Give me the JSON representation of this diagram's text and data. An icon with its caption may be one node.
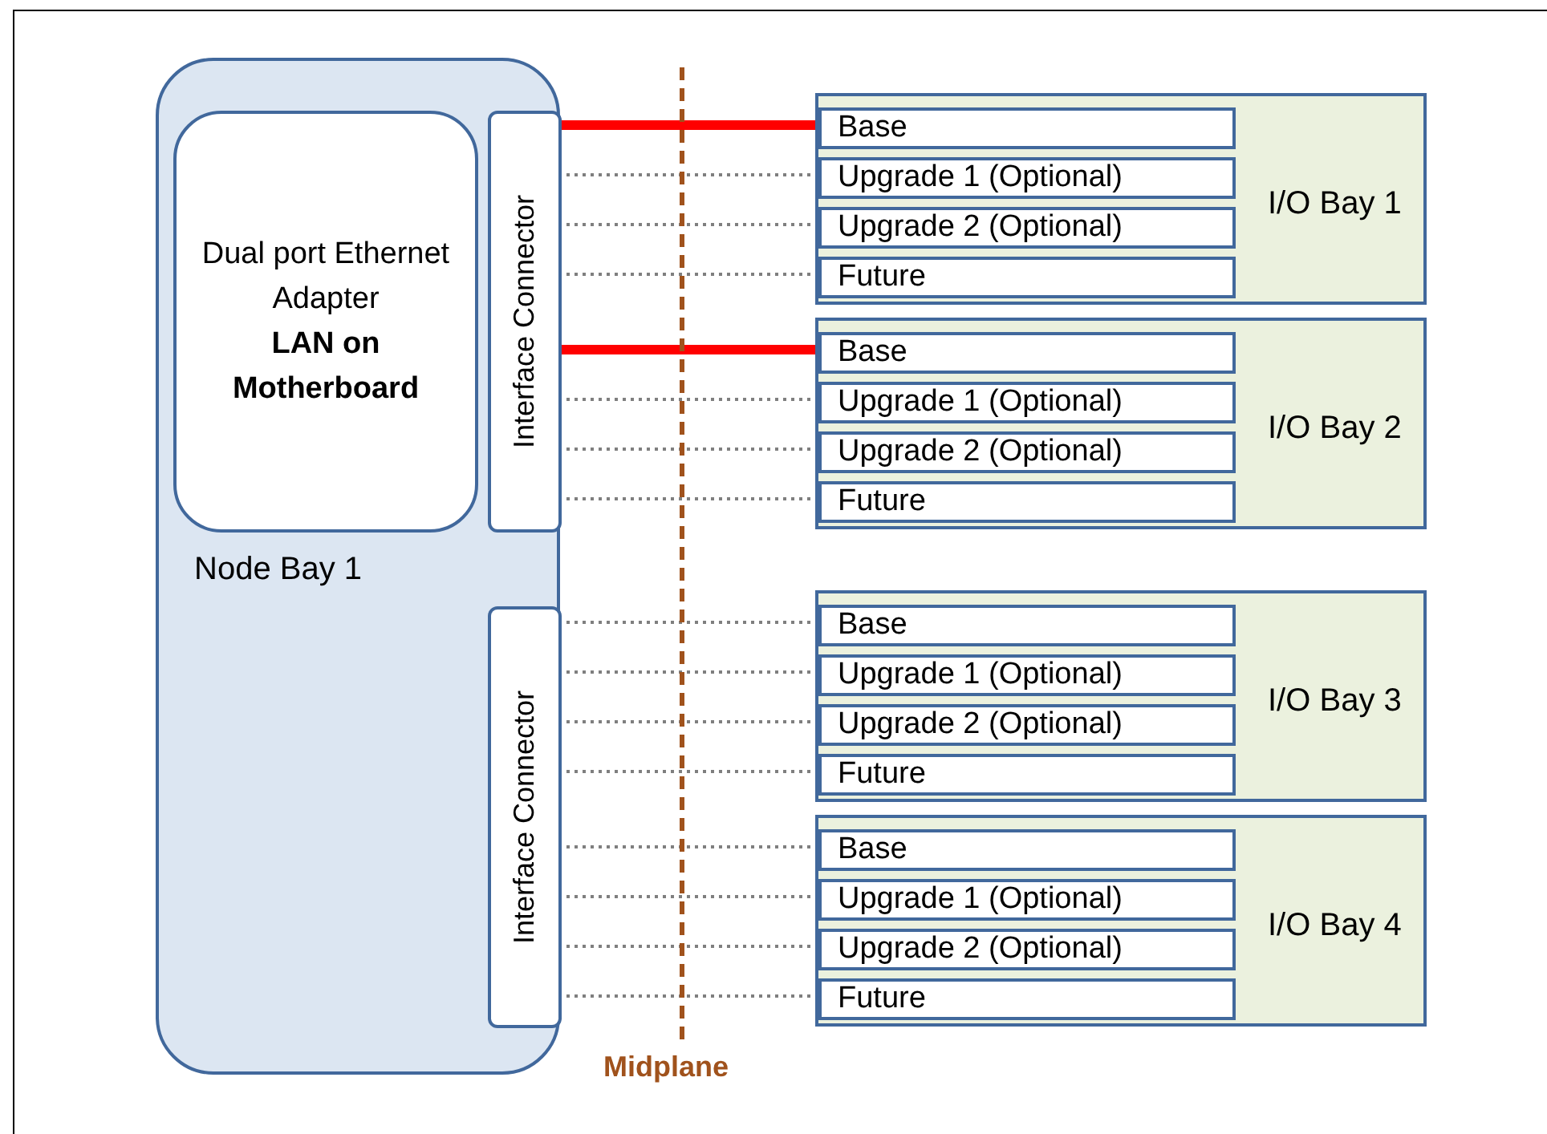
{
  "diagram": {
    "nodes": [
      {
        "text": [
          "Node Bay 1"
        ]
      },
      {
        "text": [
          "Dual port Ethernet Adapter",
          "LAN on Motherboard"
        ],
        "in": 0
      },
      {
        "text": [
          "Interface Connector"
        ],
        "in": 0
      },
      {
        "text": [
          "Interface Connector"
        ],
        "in": 0
      },
      {
        "text": [
          "I/O Bay 1"
        ]
      },
      {
        "text": [
          "Base"
        ],
        "in": 4
      },
      {
        "text": [
          "Upgrade 1 (Optional)"
        ],
        "in": 4
      },
      {
        "text": [
          "Upgrade 2 (Optional)"
        ],
        "in": 4
      },
      {
        "text": [
          "Future"
        ],
        "in": 4
      },
      {
        "text": [
          "I/O Bay 2"
        ]
      },
      {
        "text": [
          "Base"
        ],
        "in": 9
      },
      {
        "text": [
          "Upgrade 1 (Optional)"
        ],
        "in": 9
      },
      {
        "text": [
          "Upgrade 2 (Optional)"
        ],
        "in": 9
      },
      {
        "text": [
          "Future"
        ],
        "in": 9
      },
      {
        "text": [
          "I/O Bay 3"
        ]
      },
      {
        "text": [
          "Base"
        ],
        "in": 14
      },
      {
        "text": [
          "Upgrade 1 (Optional)"
        ],
        "in": 14
      },
      {
        "text": [
          "Upgrade 2 (Optional)"
        ],
        "in": 14
      },
      {
        "text": [
          "Future"
        ],
        "in": 14
      },
      {
        "text": [
          "I/O Bay 4"
        ]
      },
      {
        "text": [
          "Base"
        ],
        "in": 19
      },
      {
        "text": [
          "Upgrade 1 (Optional)"
        ],
        "in": 19
      },
      {
        "text": [
          "Upgrade 2 (Optional)"
        ],
        "in": 19
      },
      {
        "text": [
          "Future"
        ],
        "in": 19
      }
    ],
    "edges": [
      {
        "from": 2,
        "to": 5,
        "arrow": "none",
        "style": "thick",
        "color": "#ff0000"
      },
      {
        "from": 2,
        "to": 6,
        "arrow": "none",
        "style": "dashed"
      },
      {
        "from": 2,
        "to": 7,
        "arrow": "none",
        "style": "dashed"
      },
      {
        "from": 2,
        "to": 8,
        "arrow": "none",
        "style": "dashed"
      },
      {
        "from": 2,
        "to": 10,
        "arrow": "none",
        "style": "thick",
        "color": "#ff0000"
      },
      {
        "from": 2,
        "to": 11,
        "arrow": "none",
        "style": "dashed"
      },
      {
        "from": 2,
        "to": 12,
        "arrow": "none",
        "style": "dashed"
      },
      {
        "from": 2,
        "to": 13,
        "arrow": "none",
        "style": "dashed"
      },
      {
        "from": 3,
        "to": 15,
        "arrow": "none",
        "style": "dashed"
      },
      {
        "from": 3,
        "to": 16,
        "arrow": "none",
        "style": "dashed"
      },
      {
        "from": 3,
        "to": 17,
        "arrow": "none",
        "style": "dashed"
      },
      {
        "from": 3,
        "to": 18,
        "arrow": "none",
        "style": "dashed"
      },
      {
        "from": 3,
        "to": 20,
        "arrow": "none",
        "style": "dashed"
      },
      {
        "from": 3,
        "to": 21,
        "arrow": "none",
        "style": "dashed"
      },
      {
        "from": 3,
        "to": 22,
        "arrow": "none",
        "style": "dashed"
      },
      {
        "from": 3,
        "to": 23,
        "arrow": "none",
        "style": "dashed"
      }
    ],
    "labels": [
      "Midplane"
    ]
  }
}
